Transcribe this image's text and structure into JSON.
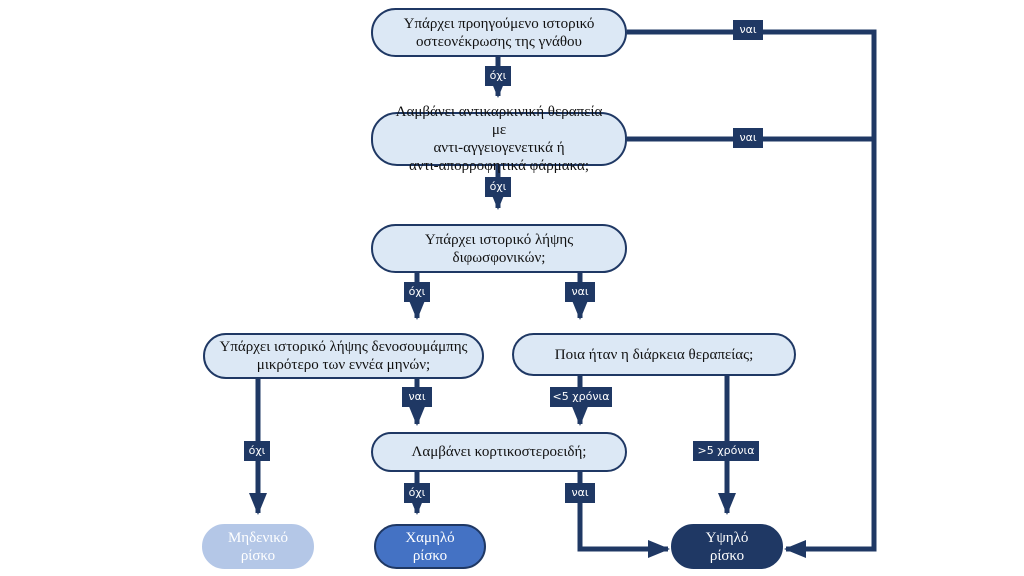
{
  "nodes": {
    "q1": "Υπάρχει προηγούμενο ιστορικό\nοστεονέκρωσης της γνάθου",
    "q2": "Λαμβάνει αντικαρκινική θεραπεία με\nαντι-αγγειογενετικά ή\nαντι-απορροφητικά φάρμακα;",
    "q3": "Υπάρχει ιστορικό λήψης\nδιφωσφονικών;",
    "q4": "Υπάρχει ιστορικό λήψης δενοσουμάμπης\nμικρότερο των εννέα μηνών;",
    "q5": "Ποια ήταν η διάρκεια θεραπείας;",
    "q6": "Λαμβάνει κορτικοστεροειδή;"
  },
  "outcomes": {
    "zero": "Μηδενικό\nρίσκο",
    "low": "Χαμηλό\nρίσκο",
    "high": "Υψηλό\nρίσκο"
  },
  "labels": {
    "q1_no": "όχι",
    "q1_yes": "ναι",
    "q2_no": "όχι",
    "q2_yes": "ναι",
    "q3_no": "όχι",
    "q3_yes": "ναι",
    "q4_no": "όχι",
    "q4_yes": "ναι",
    "q5_short": "<5 χρόνια",
    "q5_long": ">5 χρόνια",
    "q6_no": "όχι",
    "q6_yes": "ναι"
  },
  "colors": {
    "line": "#1f3864",
    "decision_fill": "#dce8f5",
    "zero_risk": "#b4c7e7",
    "low_risk": "#4472c4",
    "high_risk": "#1f3864"
  }
}
